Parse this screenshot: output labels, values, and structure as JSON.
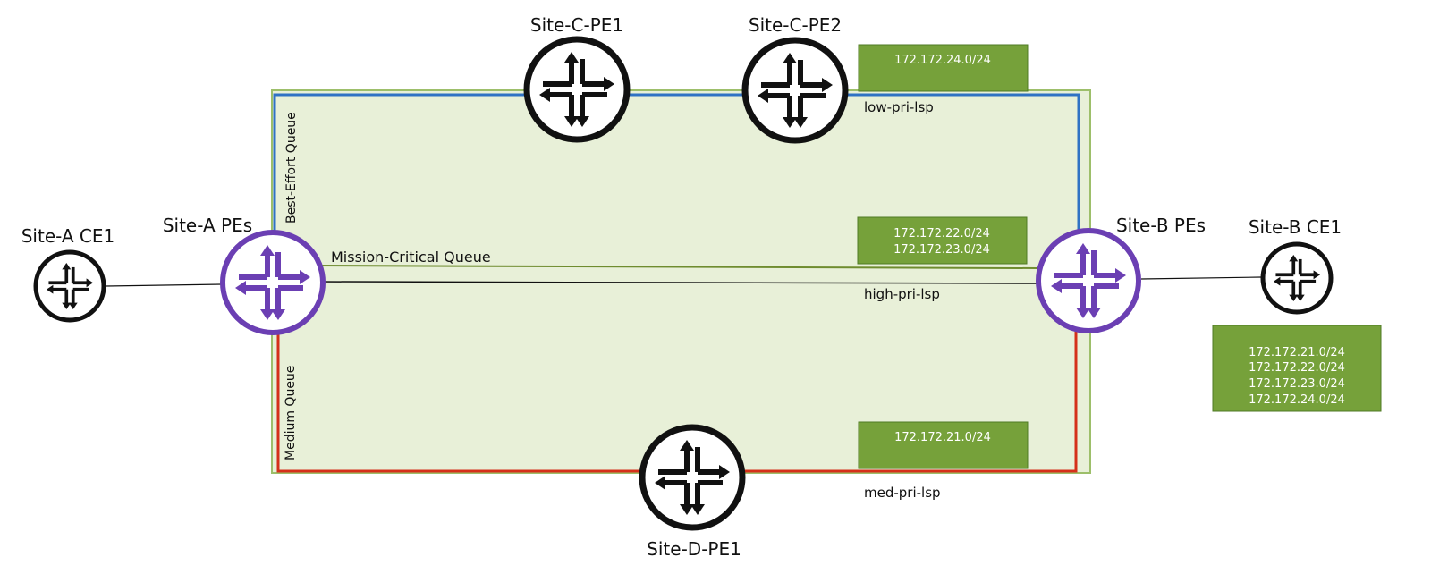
{
  "colors": {
    "domain_fill": "#e8f0d8",
    "domain_border": "#9dbf6a",
    "prefix_box": "#76a13a",
    "prefix_border": "#4f7a24",
    "pe_ring": "#6b3fb3",
    "pe_arrows": "#6b3fb3",
    "ce_ring": "#111111",
    "low_pri_path": "#2f72c4",
    "med_pri_path": "#d5301a",
    "mission_critical_path": "#6f8c2f",
    "high_pri_path": "#111111"
  },
  "icons": {
    "router": "router-icon"
  },
  "nodes": {
    "site_a_ce1": "Site-A CE1",
    "site_a_pes": "Site-A PEs",
    "site_b_pes": "Site-B PEs",
    "site_b_ce1": "Site-B CE1",
    "site_c_pe1": "Site-C-PE1",
    "site_c_pe2": "Site-C-PE2",
    "site_d_pe1": "Site-D-PE1"
  },
  "queues": {
    "best_effort": "Best-Effort Queue",
    "mission_critical": "Mission-Critical Queue",
    "medium": "Medium Queue"
  },
  "lsps": {
    "low": "low-pri-lsp",
    "high": "high-pri-lsp",
    "med": "med-pri-lsp"
  },
  "prefixes": {
    "low": [
      "172.172.24.0/24"
    ],
    "high": [
      "172.172.22.0/24",
      "172.172.23.0/24"
    ],
    "med": [
      "172.172.21.0/24"
    ],
    "site_b_ce1": [
      "172.172.21.0/24",
      "172.172.22.0/24",
      "172.172.23.0/24",
      "172.172.24.0/24"
    ]
  }
}
